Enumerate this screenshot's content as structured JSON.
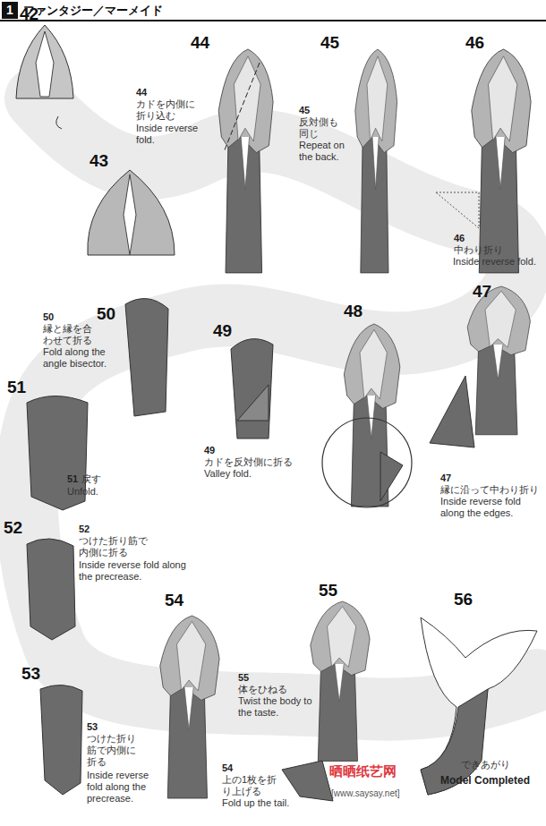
{
  "diagram": {
    "title": "ファンタジー／マーメイド",
    "labels": [
      "1",
      "42",
      "43",
      "44",
      "44",
      "カドを内側に折り込む",
      "Inside reverse fold.",
      "45",
      "45",
      "反対側も同じ",
      "Repeat on the back.",
      "46",
      "46",
      "中わり折り",
      "Inside reverse fold.",
      "50",
      "50",
      "縁と縁を合わせて折る",
      "Fold along the angle bisector.",
      "49",
      "48",
      "47",
      "51",
      "51",
      "戻す",
      "Unfold.",
      "49",
      "カドを反対側に折る",
      "Valley fold.",
      "47",
      "縁に沿って中わり折り",
      "Inside reverse fold along the edges.",
      "52",
      "52",
      "つけた折り筋で内側に折る",
      "Inside reverse fold along the precrease.",
      "54",
      "55",
      "56",
      "55",
      "体をひねる",
      "Twist the body to the taste.",
      "53",
      "53",
      "つけた折り筋で内側に折る",
      "Inside reverse fold along the precrease.",
      "54",
      "上の1枚を折り上げる",
      "Fold up the tail.",
      "できあがり",
      "Model Completed",
      "晒晒纸艺网",
      "[www.saysay.net]"
    ]
  }
}
